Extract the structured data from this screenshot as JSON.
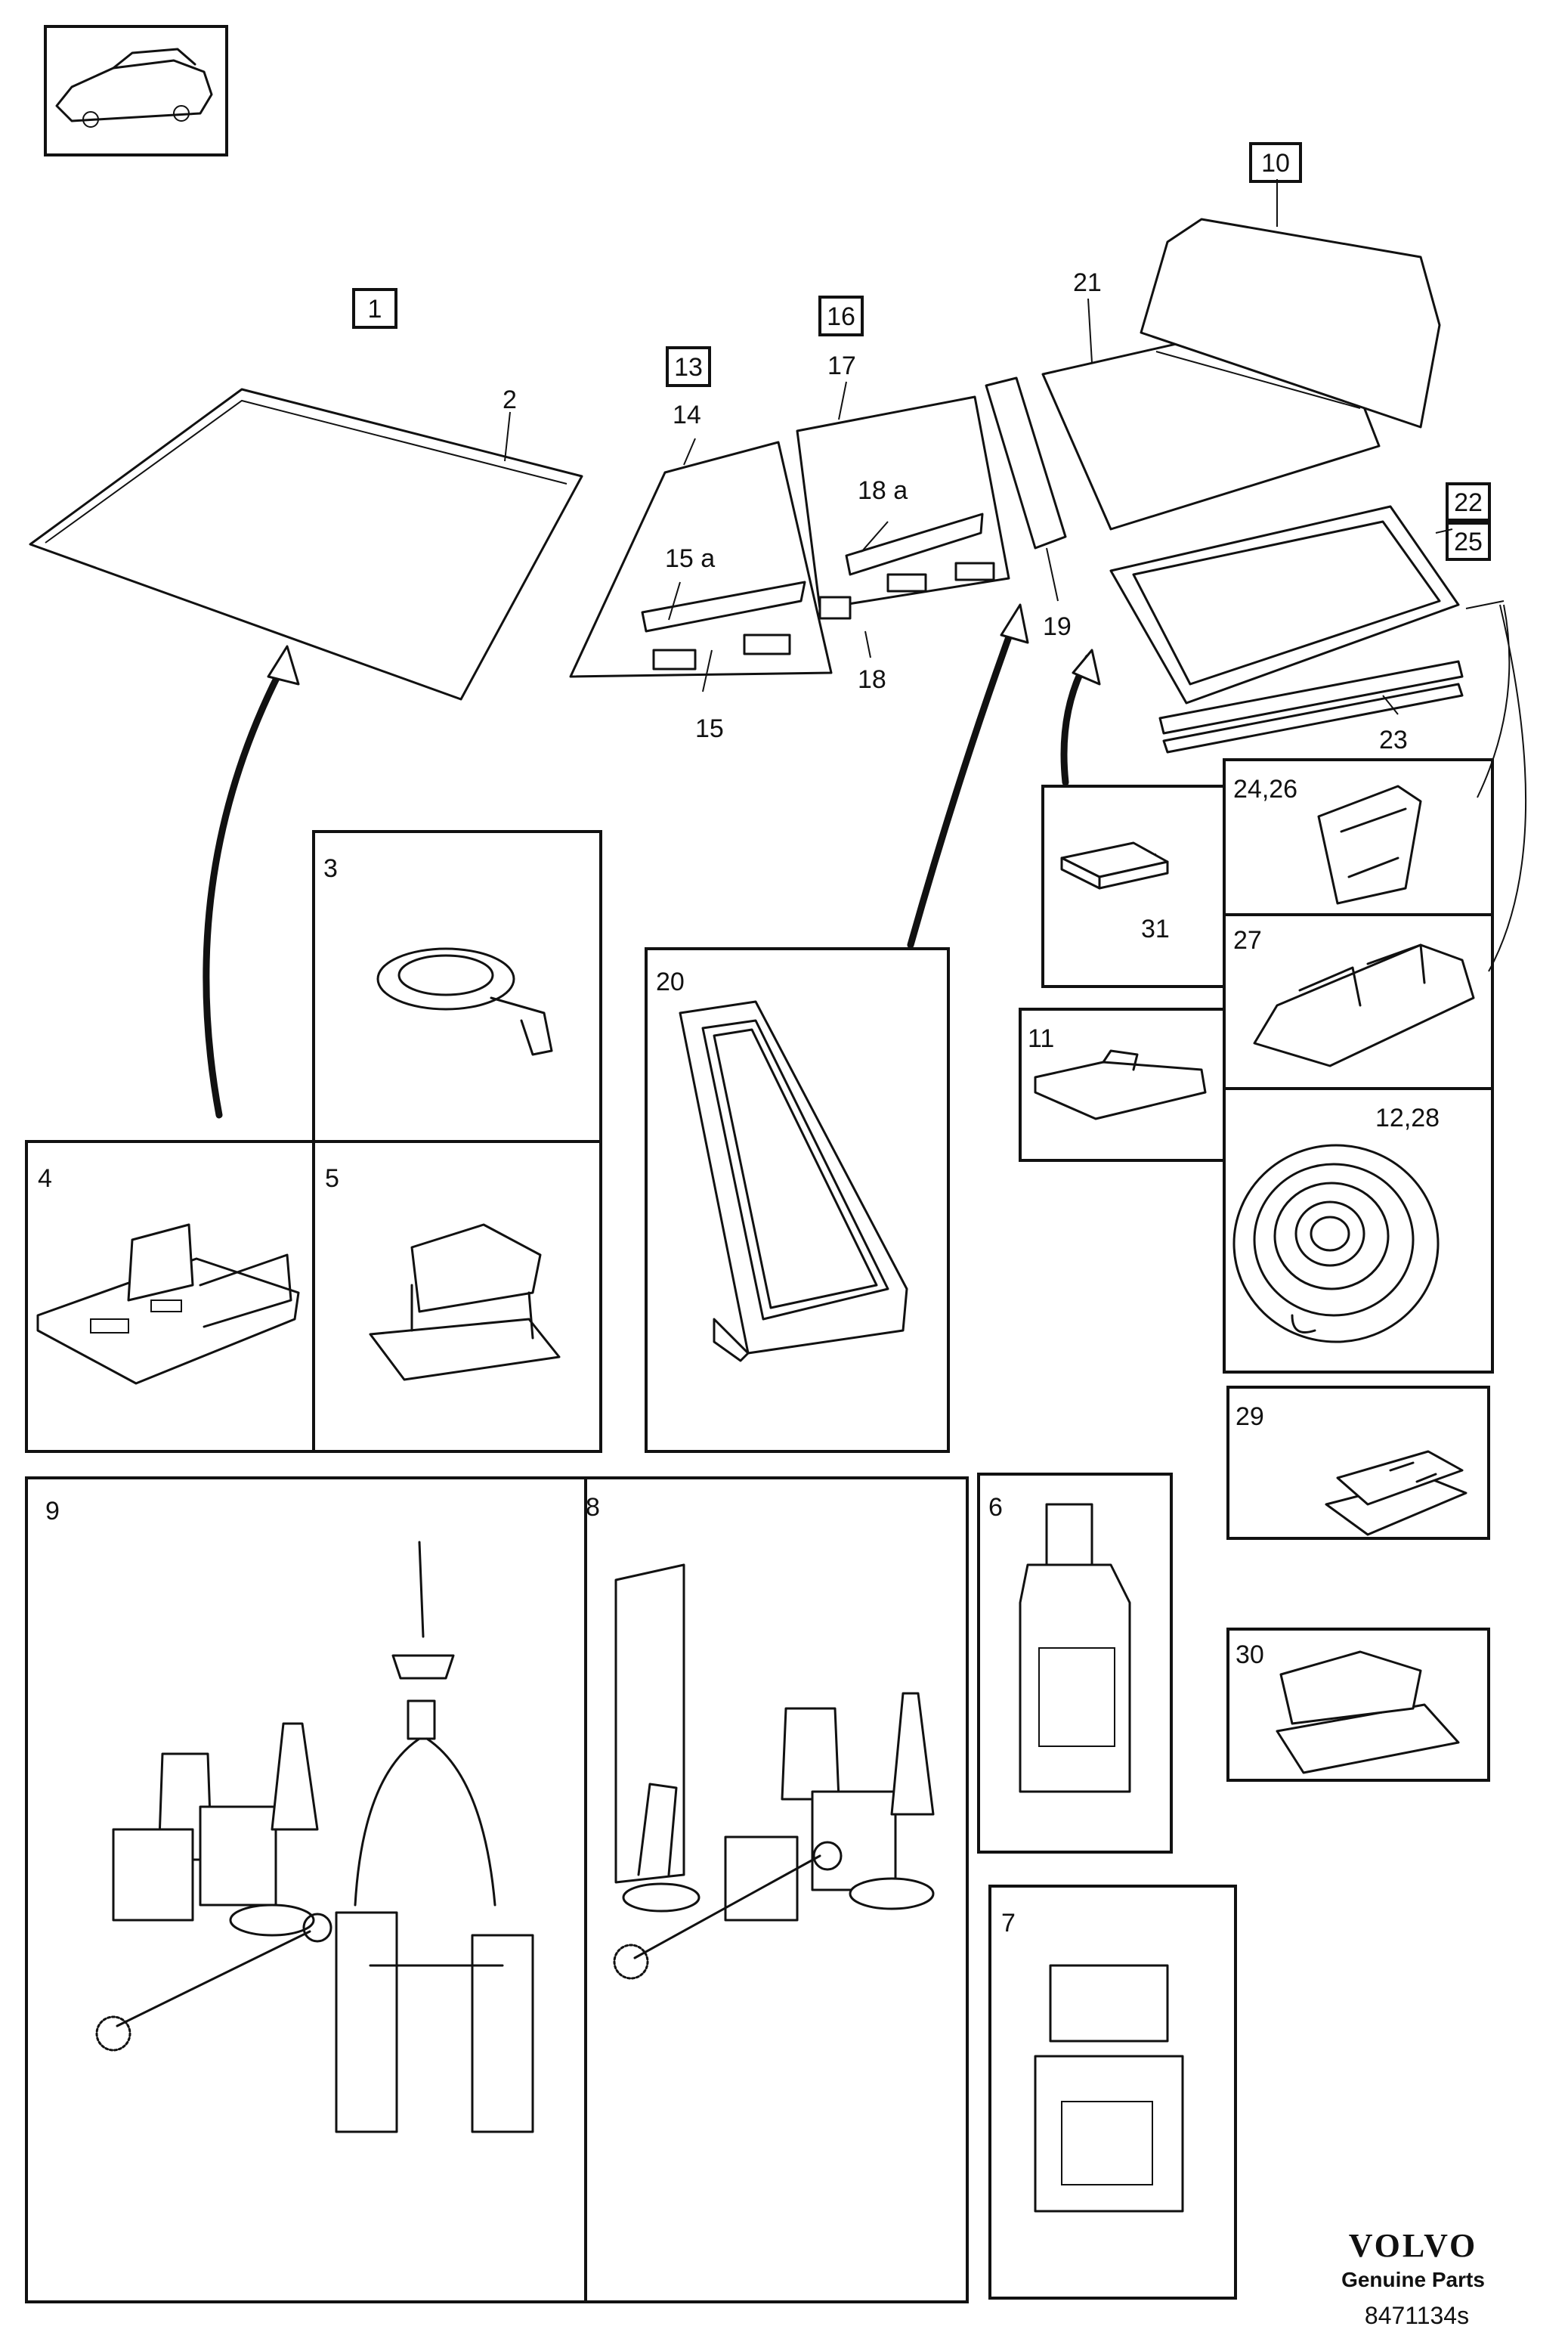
{
  "callouts": {
    "c1": "1",
    "c2": "2",
    "c3": "3",
    "c4": "4",
    "c5": "5",
    "c6": "6",
    "c7": "7",
    "c8": "8",
    "c9": "9",
    "c10": "10",
    "c11": "11",
    "c1228": "12,28",
    "c13": "13",
    "c14": "14",
    "c15": "15",
    "c15a": "15 a",
    "c16": "16",
    "c17": "17",
    "c18": "18",
    "c18a": "18 a",
    "c19": "19",
    "c20": "20",
    "c21": "21",
    "c22": "22",
    "c23": "23",
    "c2426": "24,26",
    "c25": "25",
    "c27": "27",
    "c29": "29",
    "c30": "30",
    "c31": "31"
  },
  "footer": {
    "brand": "VOLVO",
    "subtitle": "Genuine Parts",
    "code": "8471134s"
  }
}
